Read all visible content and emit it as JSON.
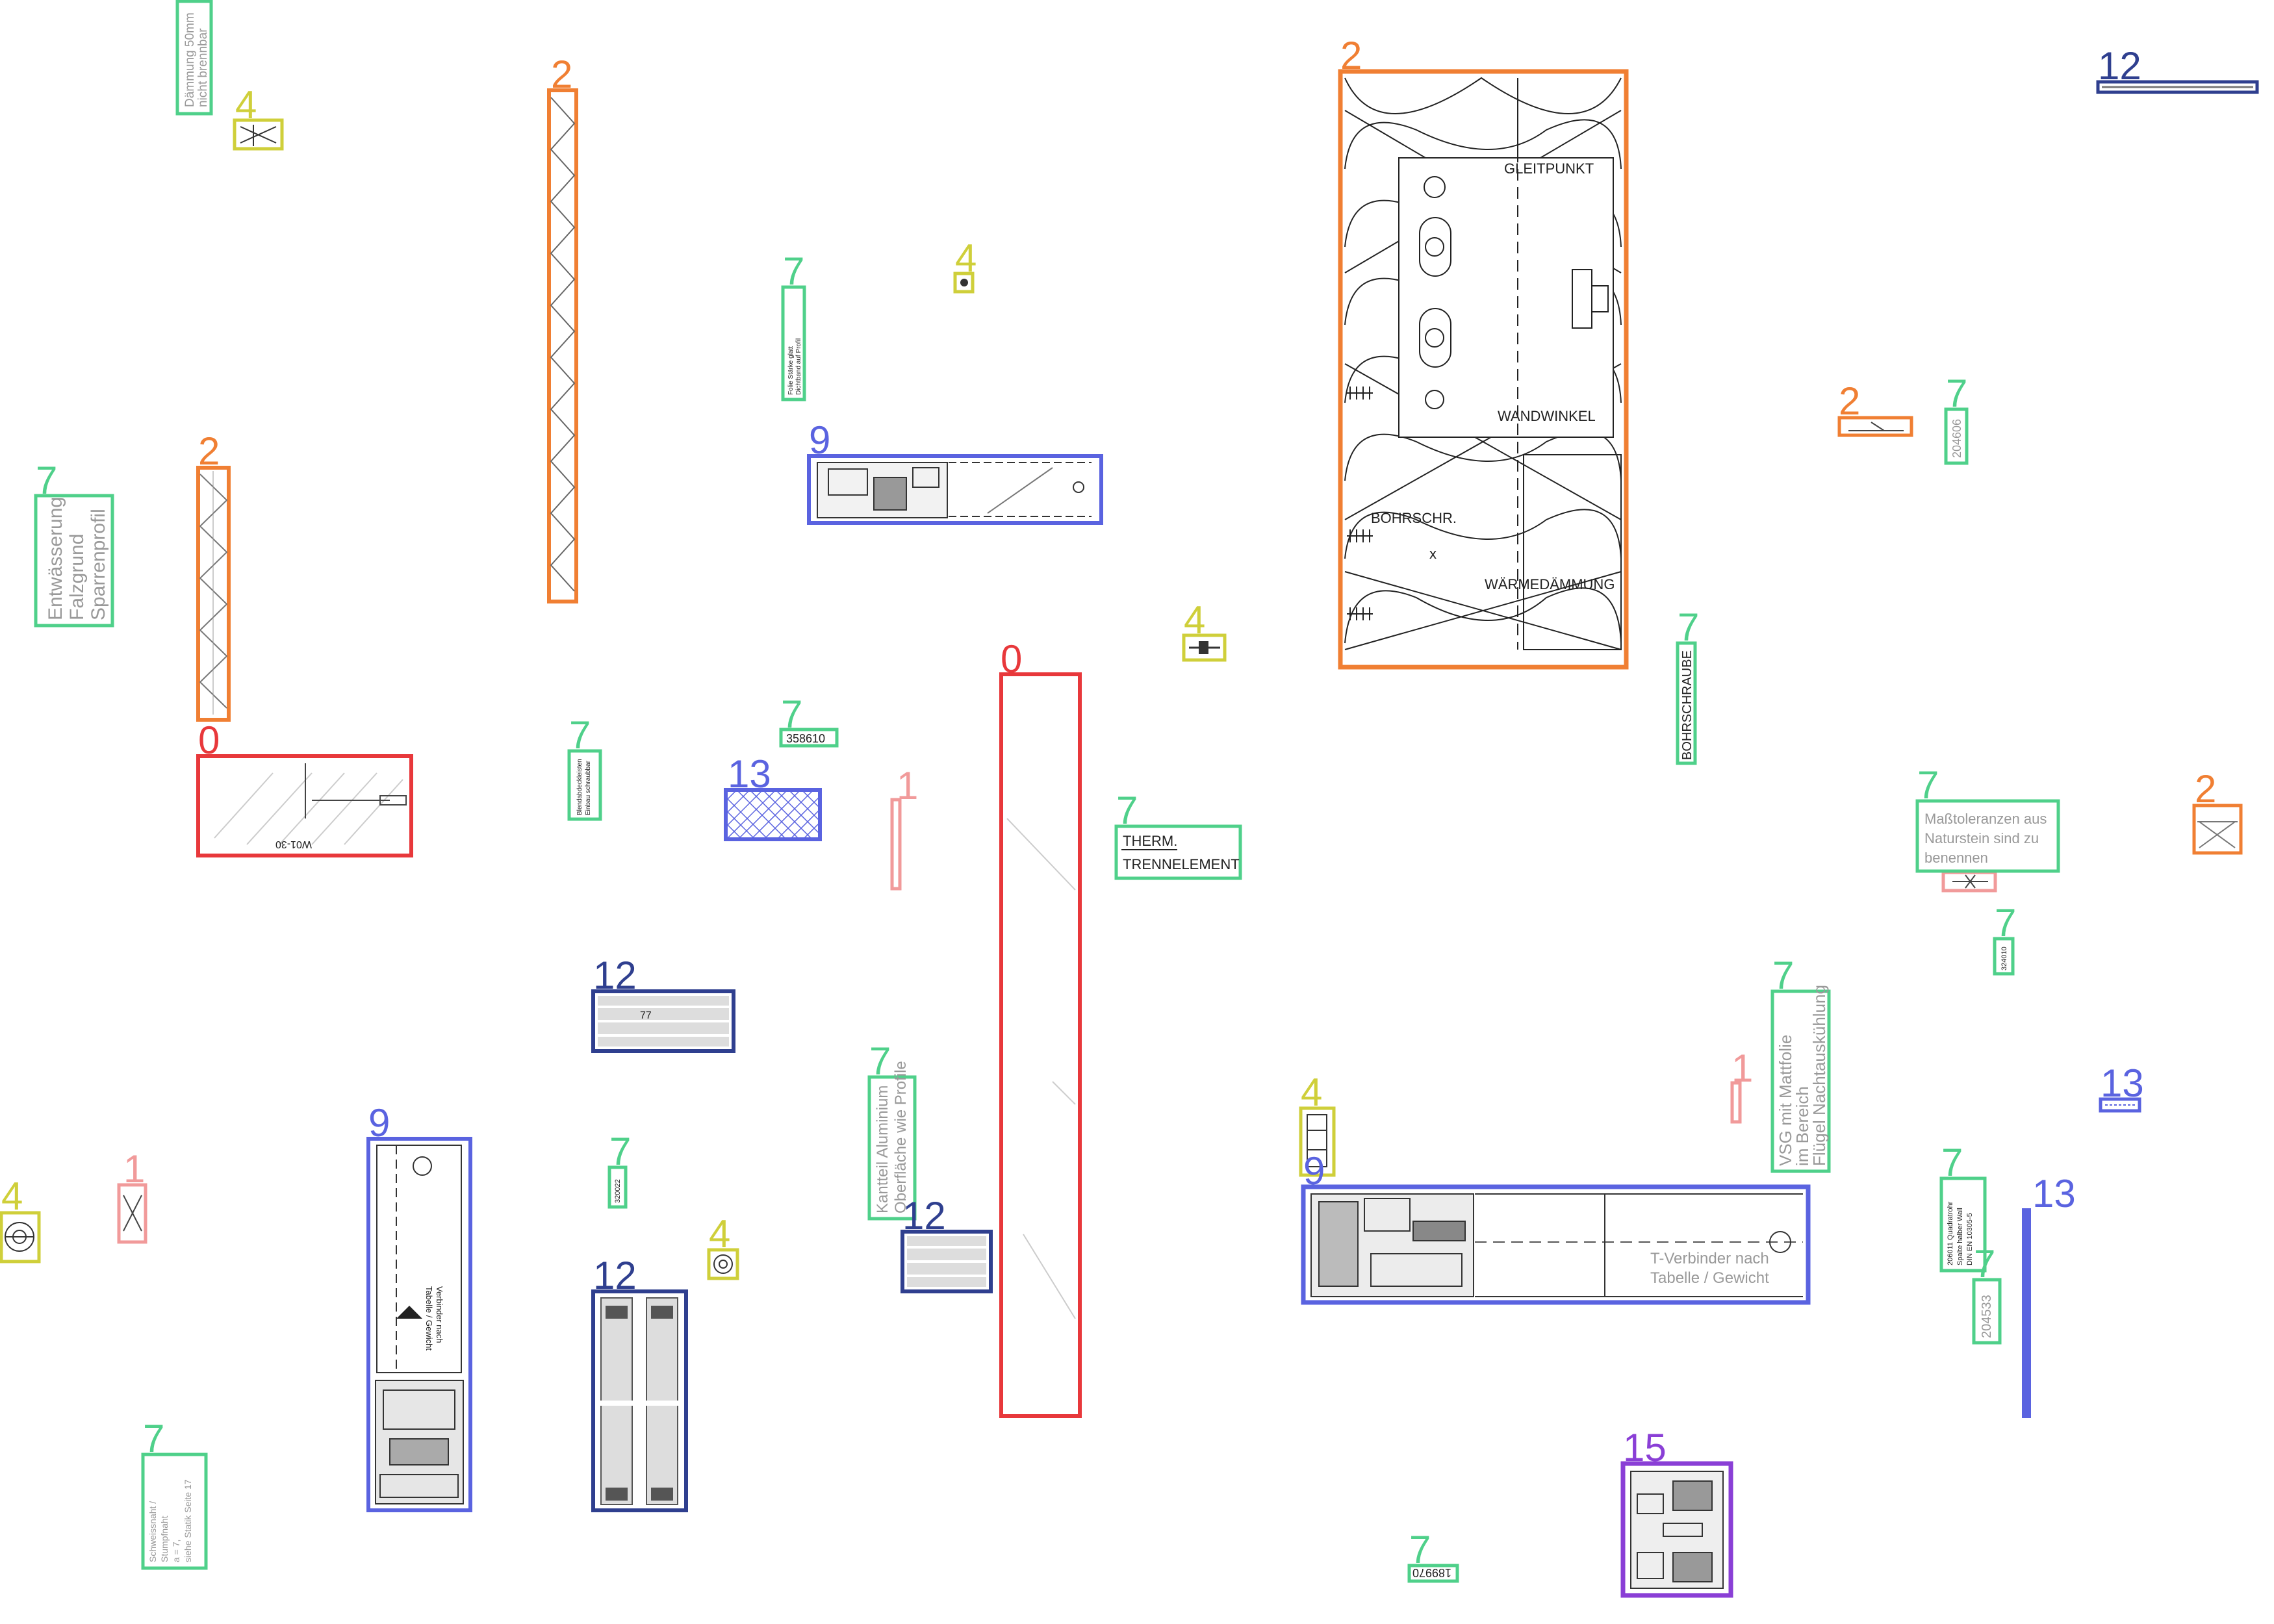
{
  "colors": {
    "class_0": "#e8383b",
    "class_1": "#f19a9a",
    "class_2": "#f07f33",
    "class_4": "#cfcf3a",
    "class_7": "#4fd08a",
    "class_9": "#5a63e0",
    "class_12": "#2f3f8f",
    "class_13": "#5a63e0",
    "class_15": "#8a3fd6"
  },
  "class_labels": {
    "c0": "0",
    "c1": "1",
    "c2": "2",
    "c4": "4",
    "c7": "7",
    "c9": "9",
    "c12": "12",
    "c13": "13",
    "c15": "15"
  },
  "drawing_text": {
    "gleitpunkt": "GLEITPUNKT",
    "wandwinkel": "WANDWINKEL",
    "bohrschr": "BOHRSCHR.",
    "waermedaemmung": "WÄRMEDÄMMUNG",
    "x_mark": "x",
    "therm_1": "THERM.",
    "therm_2": "TRENNELEMENT",
    "bohrschraube": "BOHRSCHRAUBE",
    "massto_1": "Maßtoleranzen aus",
    "massto_2": "Naturstein sind zu",
    "massto_3": "benennen",
    "vsg_1": "VSG mit Mattfolie",
    "vsg_2": "im Bereich",
    "vsg_3": "Flügel Nachtauskühlung",
    "kantteil_1": "Kantteil Aluminium",
    "kantteil_2": "Oberfläche wie Profile",
    "entw_1": "Entwässerung",
    "entw_2": "Falzgrund",
    "entw_3": "Sparrenprofil",
    "daemm_1": "Dämmung 50mm",
    "daemm_2": "nicht brennbar",
    "schweiss_1": "Schweissnaht /",
    "schweiss_2": "Stumpfnaht",
    "schweiss_3": "a = 7,",
    "schweiss_4": "siehe Statik Seite 17",
    "tverb_1": "T-Verbinder nach",
    "tverb_2": "Tabelle / Gewicht",
    "n358610": "358610",
    "n204606": "204606",
    "n204533": "204533",
    "n189970": "189970",
    "n324010": "324010",
    "n320022": "320022",
    "q_1": "206011 Quadratrohr",
    "q_2": "Spalte halber Wall",
    "q_3": "DIN EN 10305-5",
    "bl_1": "Blendabdeckleisten",
    "bl_2": "Einbau schraubbar",
    "pv_1": "Folie Stärke glatt",
    "pv_2": "Dichtband auf Profil",
    "w20": "W01-30",
    "verb_1": "Verbinder nach",
    "verb_2": "Tabelle / Gewicht",
    "n77": "77"
  }
}
